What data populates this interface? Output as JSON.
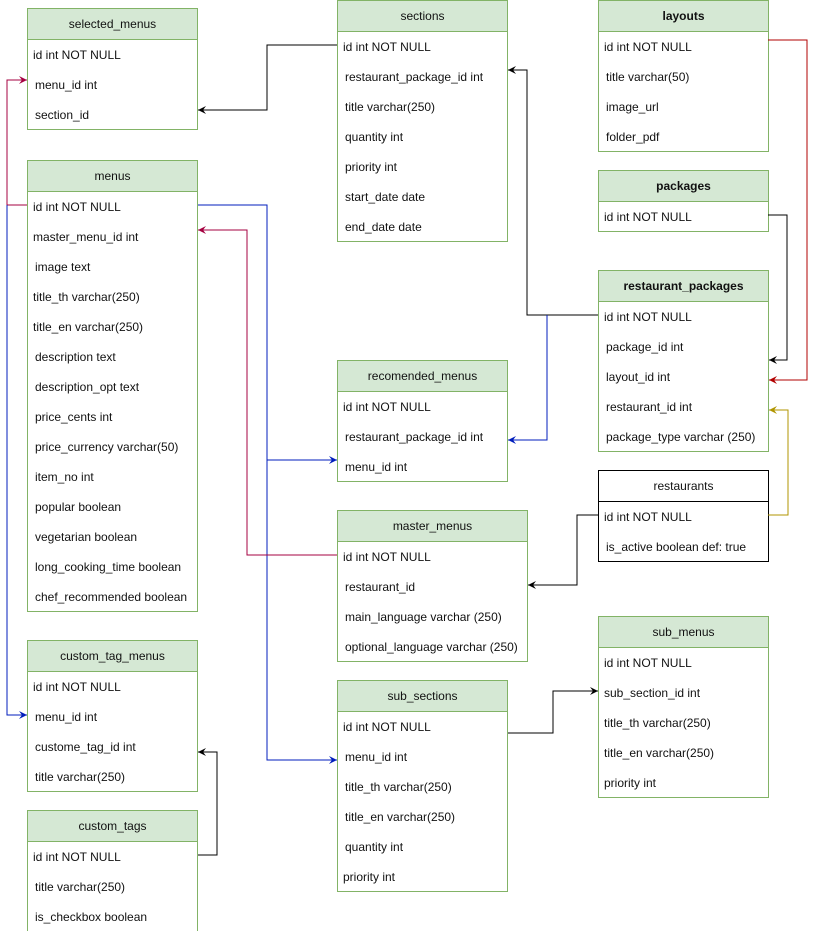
{
  "tables": [
    {
      "key": "selected_menus",
      "name": "selected_menus",
      "fields": [
        "id int NOT NULL",
        "menu_id int",
        "section_id"
      ]
    },
    {
      "key": "menus",
      "name": "menus",
      "fields": [
        "id int NOT NULL",
        "master_menu_id int",
        "image text",
        "title_th varchar(250)",
        "title_en varchar(250)",
        "description text",
        "description_opt text",
        "price_cents int",
        "price_currency varchar(50)",
        "item_no int",
        "popular boolean",
        "vegetarian boolean",
        "long_cooking_time boolean",
        "chef_recommended boolean"
      ]
    },
    {
      "key": "custom_tag_menus",
      "name": "custom_tag_menus",
      "fields": [
        "id int NOT NULL",
        "menu_id int",
        "custome_tag_id int",
        "title varchar(250)"
      ]
    },
    {
      "key": "custom_tags",
      "name": "custom_tags",
      "fields": [
        "id int NOT NULL",
        "title varchar(250)",
        "is_checkbox boolean"
      ]
    },
    {
      "key": "sections",
      "name": "sections",
      "fields": [
        "id int NOT NULL",
        "restaurant_package_id int",
        "title varchar(250)",
        "quantity int",
        "priority int",
        "start_date date",
        "end_date date"
      ]
    },
    {
      "key": "recomended_menus",
      "name": "recomended_menus",
      "fields": [
        "id int NOT NULL",
        "restaurant_package_id int",
        "menu_id int"
      ]
    },
    {
      "key": "master_menus",
      "name": "master_menus",
      "fields": [
        "id int NOT NULL",
        "restaurant_id",
        "main_language varchar (250)",
        "optional_language varchar (250)"
      ]
    },
    {
      "key": "sub_sections",
      "name": "sub_sections",
      "fields": [
        "id int NOT NULL",
        "menu_id int",
        "title_th varchar(250)",
        "title_en varchar(250)",
        "quantity int",
        "priority int"
      ]
    },
    {
      "key": "layouts",
      "name": "layouts",
      "fields": [
        "id int NOT NULL",
        "title varchar(50)",
        "image_url",
        "folder_pdf"
      ]
    },
    {
      "key": "packages",
      "name": "packages",
      "fields": [
        "id int NOT NULL"
      ]
    },
    {
      "key": "restaurant_packages",
      "name": "restaurant_packages",
      "fields": [
        "id int NOT NULL",
        "package_id int",
        "layout_id int",
        "restaurant_id int",
        "package_type varchar (250)"
      ]
    },
    {
      "key": "restaurants",
      "name": "restaurants",
      "fields": [
        "id int NOT NULL",
        "is_active boolean def: true"
      ]
    },
    {
      "key": "sub_menus",
      "name": "sub_menus",
      "fields": [
        "id int NOT NULL",
        "sub_section_id int",
        "title_th varchar(250)",
        "title_en varchar(250)",
        "priority int"
      ]
    }
  ],
  "colors": {
    "black": "#000000",
    "crimson": "#A50040",
    "blue": "#001DBC",
    "red": "#B20000",
    "gold": "#B09500"
  },
  "relations": [
    {
      "from": "sections.id",
      "to": "selected_menus.section_id",
      "color": "black"
    },
    {
      "from": "menus.id",
      "to": "selected_menus.menu_id",
      "color": "crimson"
    },
    {
      "from": "menus.id",
      "to": "custom_tag_menus.menu_id",
      "color": "blue"
    },
    {
      "from": "menus.id",
      "to": "recomended_menus.menu_id",
      "color": "blue"
    },
    {
      "from": "menus.id",
      "to": "sub_sections.menu_id",
      "color": "blue"
    },
    {
      "from": "master_menus.id",
      "to": "menus.master_menu_id",
      "color": "crimson"
    },
    {
      "from": "restaurant_packages.id",
      "to": "sections.restaurant_package_id",
      "color": "black"
    },
    {
      "from": "restaurant_packages.id",
      "to": "recomended_menus.restaurant_package_id",
      "color": "blue"
    },
    {
      "from": "layouts.id",
      "to": "restaurant_packages.layout_id",
      "color": "red"
    },
    {
      "from": "packages.id",
      "to": "restaurant_packages.package_id",
      "color": "black"
    },
    {
      "from": "restaurants.id",
      "to": "restaurant_packages.restaurant_id",
      "color": "gold"
    },
    {
      "from": "restaurants.id",
      "to": "master_menus.restaurant_id",
      "color": "black"
    },
    {
      "from": "sub_sections",
      "to": "sub_menus.sub_section_id",
      "color": "black"
    },
    {
      "from": "custom_tags.id",
      "to": "custom_tag_menus.custome_tag_id",
      "color": "black"
    }
  ]
}
